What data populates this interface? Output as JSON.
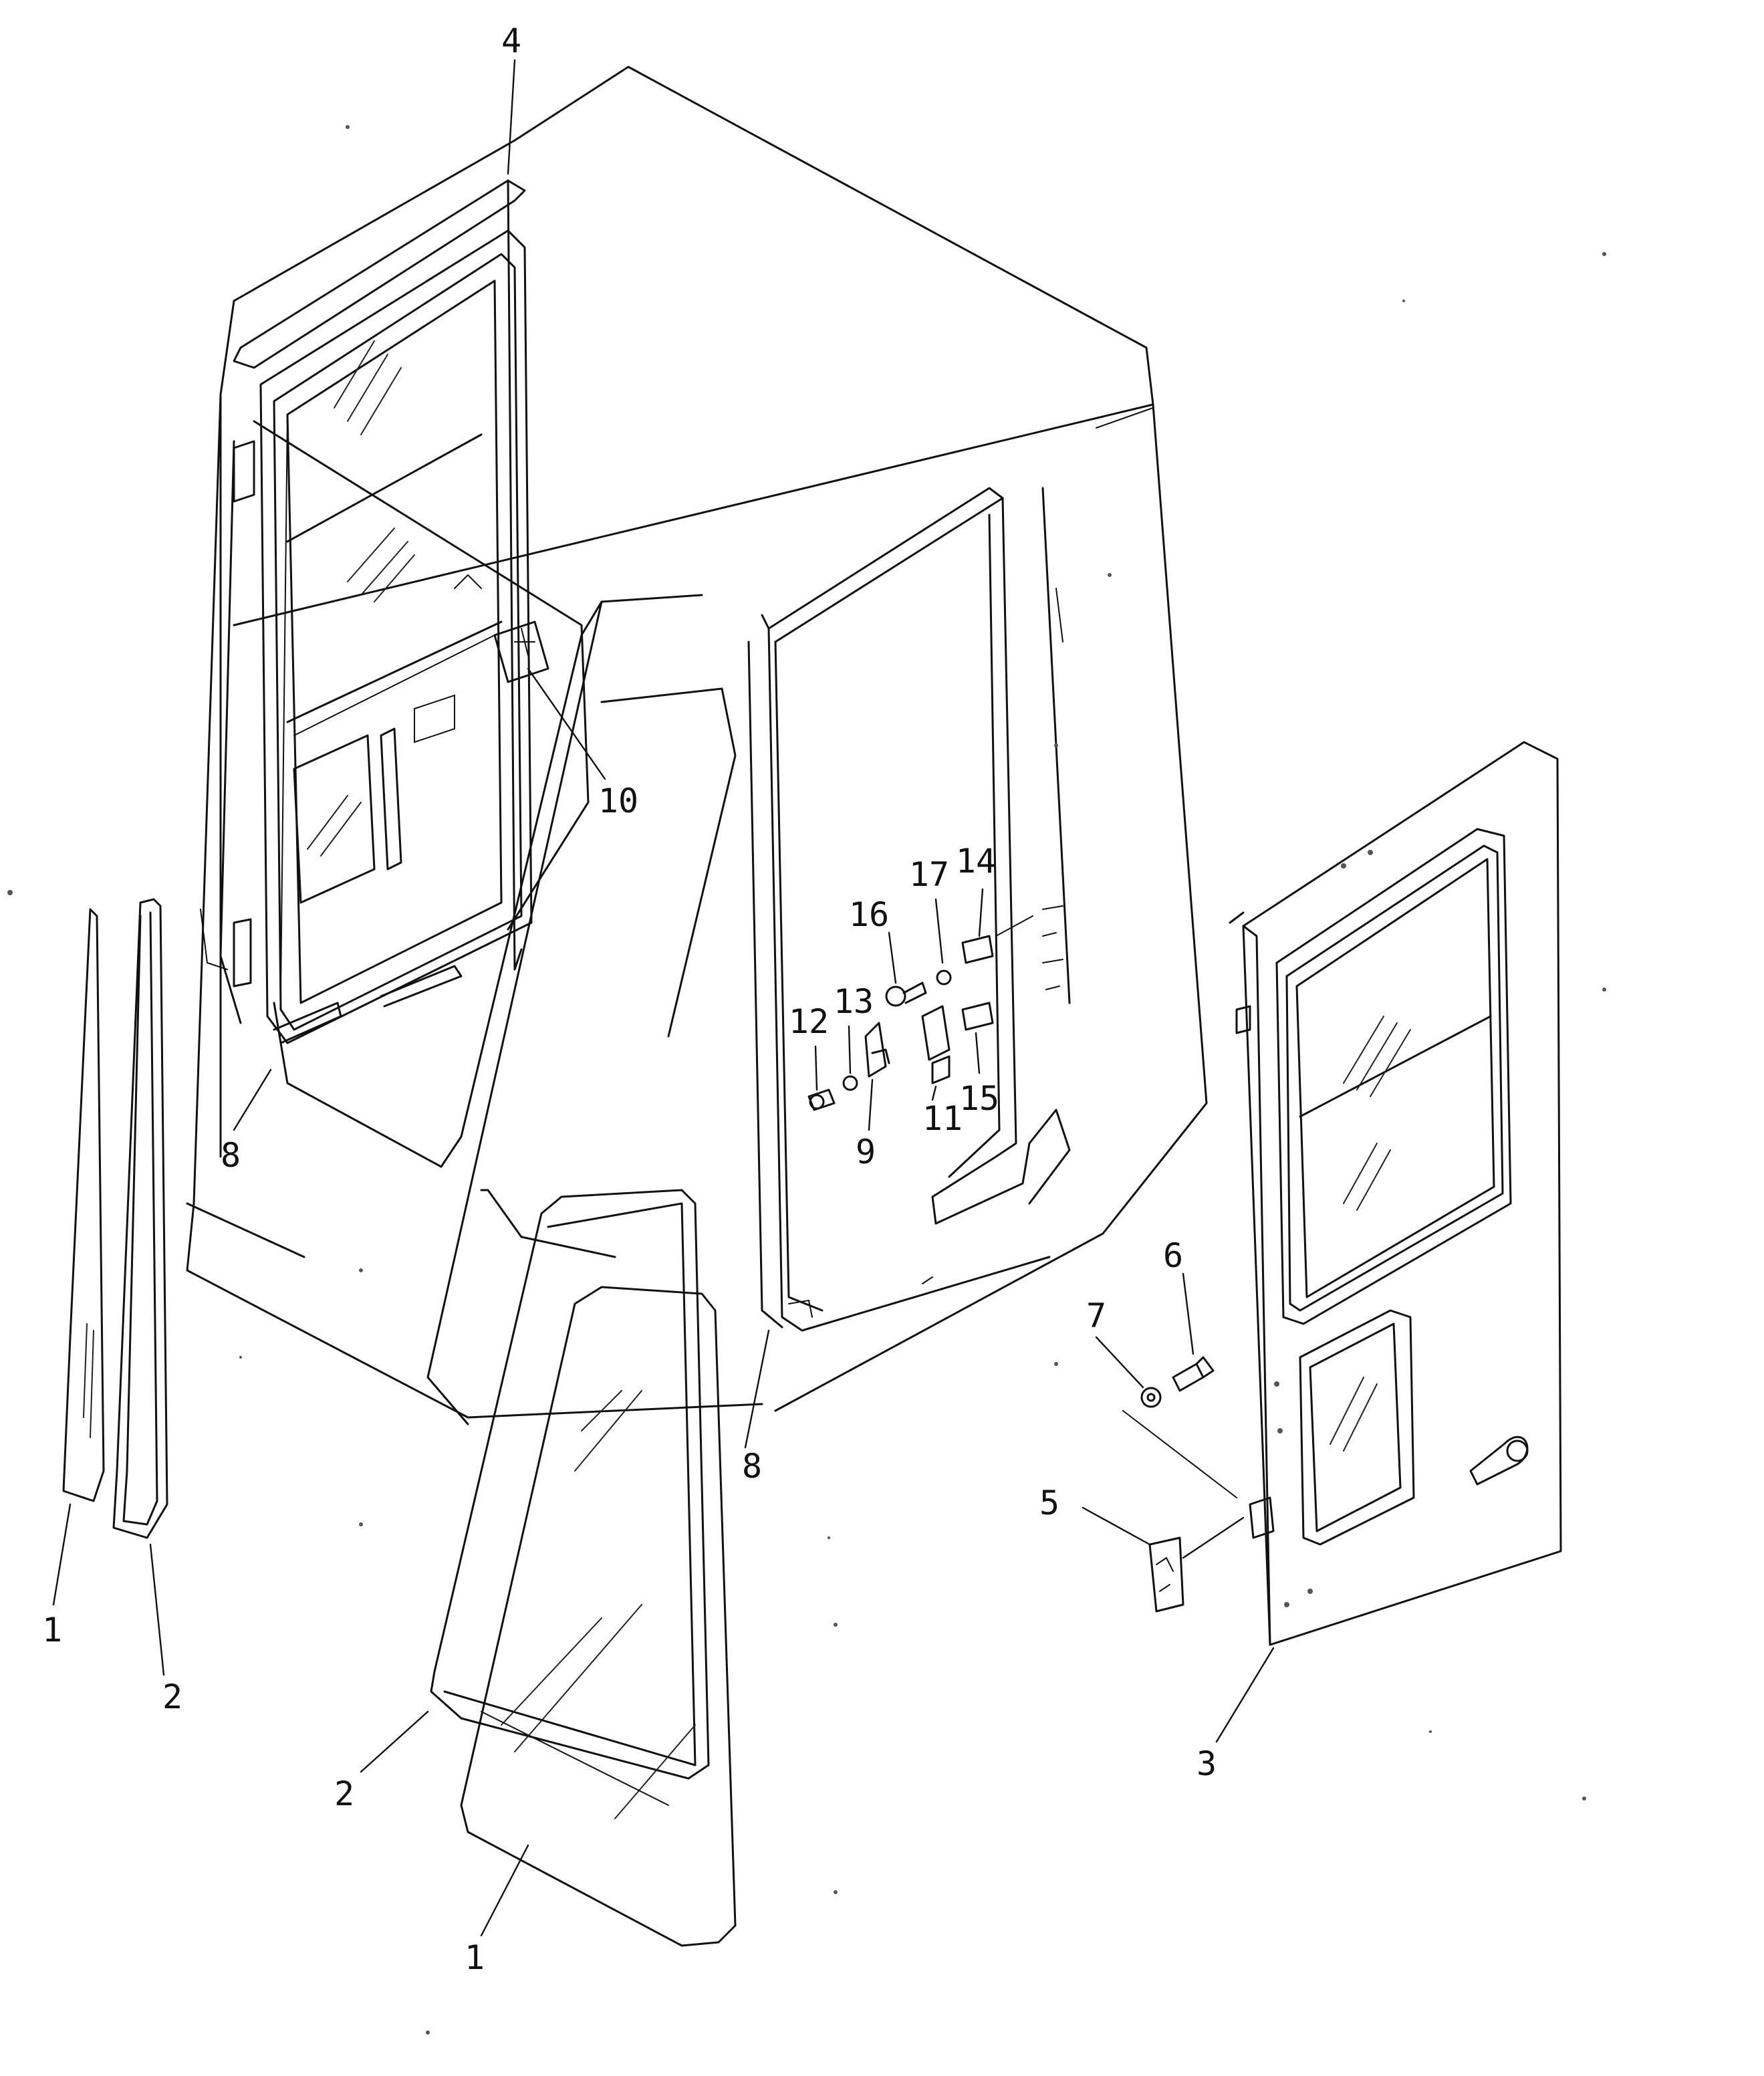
{
  "diagram": {
    "callouts": [
      {
        "id": "c4",
        "text": "4"
      },
      {
        "id": "c10",
        "text": "10"
      },
      {
        "id": "c14",
        "text": "14"
      },
      {
        "id": "c17",
        "text": "17"
      },
      {
        "id": "c16",
        "text": "16"
      },
      {
        "id": "c13",
        "text": "13"
      },
      {
        "id": "c12",
        "text": "12"
      },
      {
        "id": "c15",
        "text": "15"
      },
      {
        "id": "c11",
        "text": "11"
      },
      {
        "id": "c9",
        "text": "9"
      },
      {
        "id": "c8a",
        "text": "8"
      },
      {
        "id": "c8b",
        "text": "8"
      },
      {
        "id": "c1a",
        "text": "1"
      },
      {
        "id": "c2a",
        "text": "2"
      },
      {
        "id": "c2b",
        "text": "2"
      },
      {
        "id": "c1b",
        "text": "1"
      },
      {
        "id": "c6",
        "text": "6"
      },
      {
        "id": "c7",
        "text": "7"
      },
      {
        "id": "c5",
        "text": "5"
      },
      {
        "id": "c3",
        "text": "3"
      }
    ]
  }
}
